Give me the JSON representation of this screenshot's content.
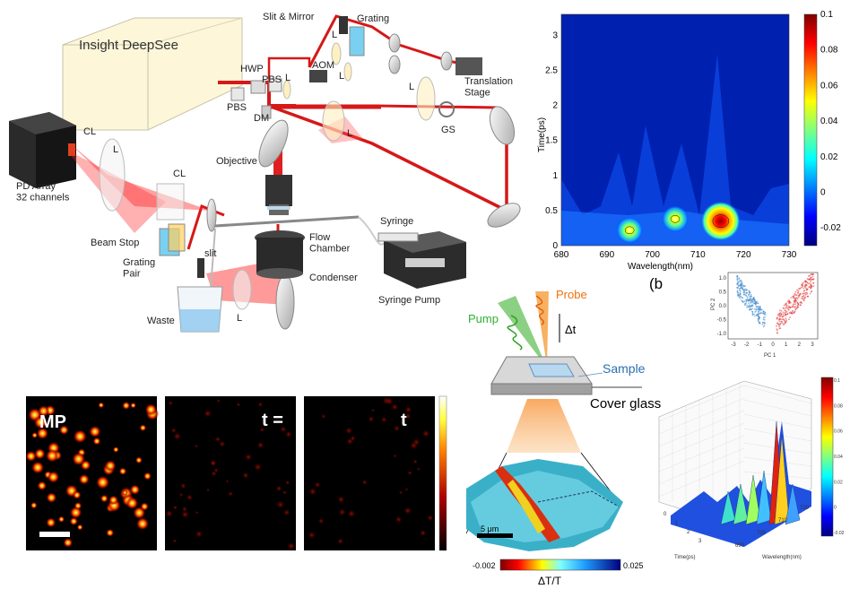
{
  "setup": {
    "laser": "Insight DeepSee",
    "labels": {
      "slit_mirror": "Slit & Mirror",
      "grating": "Grating",
      "hwp": "HWP",
      "pbs": "PBS",
      "aom": "AOM",
      "lens": "L",
      "translation_stage": "Translation\nStage",
      "dm": "DM",
      "gs": "GS",
      "cl": "CL",
      "pd_array": "PD Array\n32 channels",
      "objective": "Objective",
      "beam_stop": "Beam Stop",
      "grating_pair": "Grating\nPair",
      "slit": "slit",
      "flow_chamber": "Flow\nChamber",
      "syringe": "Syringe",
      "condenser": "Condenser",
      "syringe_pump": "Syringe Pump",
      "waste": "Waste"
    }
  },
  "heatmap": {
    "xlabel": "Wavelength(nm)",
    "ylabel": "Time(ps)",
    "xticks": [
      "680",
      "690",
      "700",
      "710",
      "720",
      "730"
    ],
    "yticks": [
      "0",
      "0.5",
      "1",
      "1.5",
      "2",
      "2.5",
      "3"
    ],
    "cbar_ticks": [
      "0.1",
      "0.08",
      "0.06",
      "0.04",
      "0.02",
      "0",
      "-0.02"
    ],
    "fragment": "(b"
  },
  "pca": {
    "xlabel": "PC 1",
    "ylabel": "PC 2",
    "xticks": [
      "-3",
      "-2",
      "-1",
      "0",
      "1",
      "2",
      "3"
    ],
    "yticks": [
      "1.0",
      "0.5",
      "0.0",
      "-0.5",
      "-1.0"
    ]
  },
  "pump_probe": {
    "probe": "Probe",
    "pump": "Pump",
    "delay": "Δt",
    "sample": "Sample",
    "cover_glass": "Cover glass",
    "scale": "5 μm",
    "cbar_min": "-0.002",
    "cbar_max": "0.025",
    "cbar_label": "ΔT/T"
  },
  "images": {
    "panel1_label": "MP",
    "panel2_label": "t =",
    "panel3_label": "t"
  },
  "surface3d": {
    "xlabel": "Time(ps)",
    "ylabel": "Wavelength(nm)",
    "xticks": [
      "0",
      "1",
      "2",
      "3"
    ],
    "yticks": [
      "690",
      "700",
      "710",
      "720",
      "730"
    ],
    "cbar_ticks": [
      "0.1",
      "0.08",
      "0.06",
      "0.04",
      "0.02",
      "0",
      "-0.02"
    ]
  },
  "chart_data": {
    "type": "heatmap",
    "xlabel": "Wavelength(nm)",
    "ylabel": "Time(ps)",
    "xlim": [
      680,
      730
    ],
    "ylim": [
      0,
      3.3
    ],
    "colorbar_range": [
      -0.03,
      0.1
    ],
    "peaks": [
      {
        "wavelength": 695,
        "time": 0.22,
        "value": 0.04
      },
      {
        "wavelength": 705,
        "time": 0.38,
        "value": 0.05
      },
      {
        "wavelength": 715,
        "time": 0.35,
        "value": 0.1
      }
    ]
  }
}
